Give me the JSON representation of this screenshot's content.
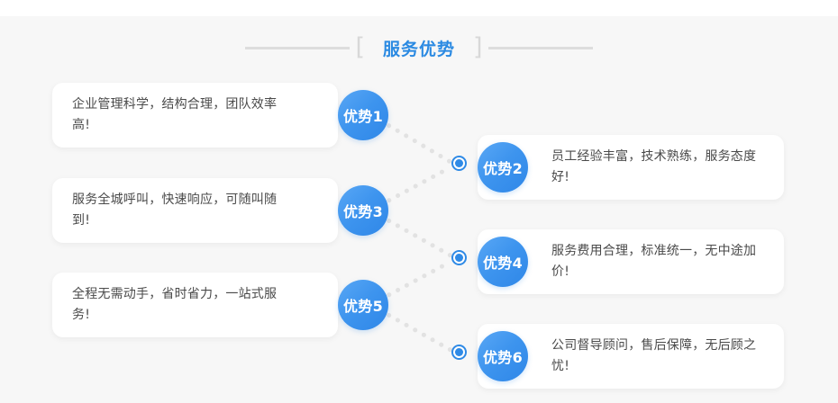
{
  "section": {
    "title": "服务优势",
    "bracket_left": "[",
    "bracket_right": "]",
    "accent_color": "#2b8ae2",
    "rule_color": "#dddddd",
    "background_color": "#f7f7f7",
    "card_background": "#ffffff",
    "badge_gradient_from": "#59a7f5",
    "badge_gradient_to": "#2f87e8",
    "dot_color": "#2f8ae6",
    "connector_dot_color": "#e0e0e0"
  },
  "advantages": [
    {
      "badge": "优势1",
      "text": "企业管理科学，结构合理，团队效率高!",
      "side": "left"
    },
    {
      "badge": "优势2",
      "text": "员工经验丰富，技术熟练，服务态度好!",
      "side": "right"
    },
    {
      "badge": "优势3",
      "text": "服务全城呼叫，快速响应，可随叫随到!",
      "side": "left"
    },
    {
      "badge": "优势4",
      "text": "服务费用合理，标准统一，无中途加价!",
      "side": "right"
    },
    {
      "badge": "优势5",
      "text": "全程无需动手，省时省力，一站式服务!",
      "side": "left"
    },
    {
      "badge": "优势6",
      "text": "公司督导顾问，售后保障，无后顾之忧!",
      "side": "right"
    }
  ]
}
